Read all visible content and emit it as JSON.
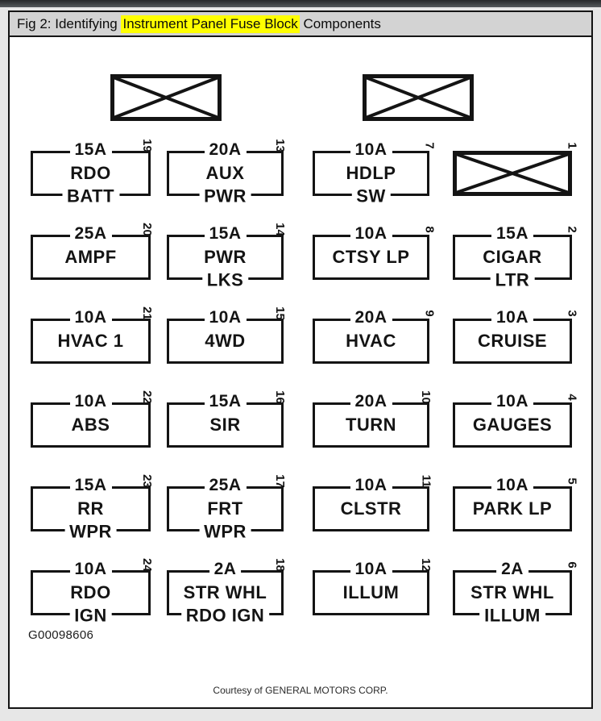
{
  "header": {
    "title_prefix": "Fig 2: Identifying ",
    "title_highlight": "Instrument Panel Fuse Block",
    "title_suffix": " Components",
    "highlight_color": "#ffff00",
    "bar_color": "#d3d3d3"
  },
  "diagram": {
    "ink_color": "#141414",
    "top_connectors": [
      {
        "type": "crossed-box"
      },
      {
        "type": "crossed-box"
      }
    ],
    "fuses": [
      {
        "num": "19",
        "amp": "15A",
        "line1": "RDO",
        "line2": "BATT"
      },
      {
        "num": "13",
        "amp": "20A",
        "line1": "AUX",
        "line2": "PWR"
      },
      {
        "num": "7",
        "amp": "10A",
        "line1": "HDLP",
        "line2": "SW"
      },
      {
        "num": "1",
        "crossed": true
      },
      {
        "num": "20",
        "amp": "25A",
        "line1": "AMPF"
      },
      {
        "num": "14",
        "amp": "15A",
        "line1": "PWR",
        "line2": "LKS"
      },
      {
        "num": "8",
        "amp": "10A",
        "line1": "CTSY LP"
      },
      {
        "num": "2",
        "amp": "15A",
        "line1": "CIGAR",
        "line2": "LTR"
      },
      {
        "num": "21",
        "amp": "10A",
        "line1": "HVAC 1"
      },
      {
        "num": "15",
        "amp": "10A",
        "line1": "4WD"
      },
      {
        "num": "9",
        "amp": "20A",
        "line1": "HVAC"
      },
      {
        "num": "3",
        "amp": "10A",
        "line1": "CRUISE"
      },
      {
        "num": "22",
        "amp": "10A",
        "line1": "ABS"
      },
      {
        "num": "16",
        "amp": "15A",
        "line1": "SIR"
      },
      {
        "num": "10",
        "amp": "20A",
        "line1": "TURN"
      },
      {
        "num": "4",
        "amp": "10A",
        "line1": "GAUGES"
      },
      {
        "num": "23",
        "amp": "15A",
        "line1": "RR",
        "line2": "WPR"
      },
      {
        "num": "17",
        "amp": "25A",
        "line1": "FRT",
        "line2": "WPR"
      },
      {
        "num": "11",
        "amp": "10A",
        "line1": "CLSTR"
      },
      {
        "num": "5",
        "amp": "10A",
        "line1": "PARK LP"
      },
      {
        "num": "24",
        "amp": "10A",
        "line1": "RDO",
        "line2": "IGN"
      },
      {
        "num": "18",
        "amp": "2A",
        "line1": "STR WHL",
        "line2": "RDO IGN"
      },
      {
        "num": "12",
        "amp": "10A",
        "line1": "ILLUM"
      },
      {
        "num": "6",
        "amp": "2A",
        "line1": "STR WHL",
        "line2": "ILLUM"
      }
    ],
    "figure_code": "G00098606",
    "courtesy": "Courtesy of GENERAL MOTORS CORP."
  }
}
